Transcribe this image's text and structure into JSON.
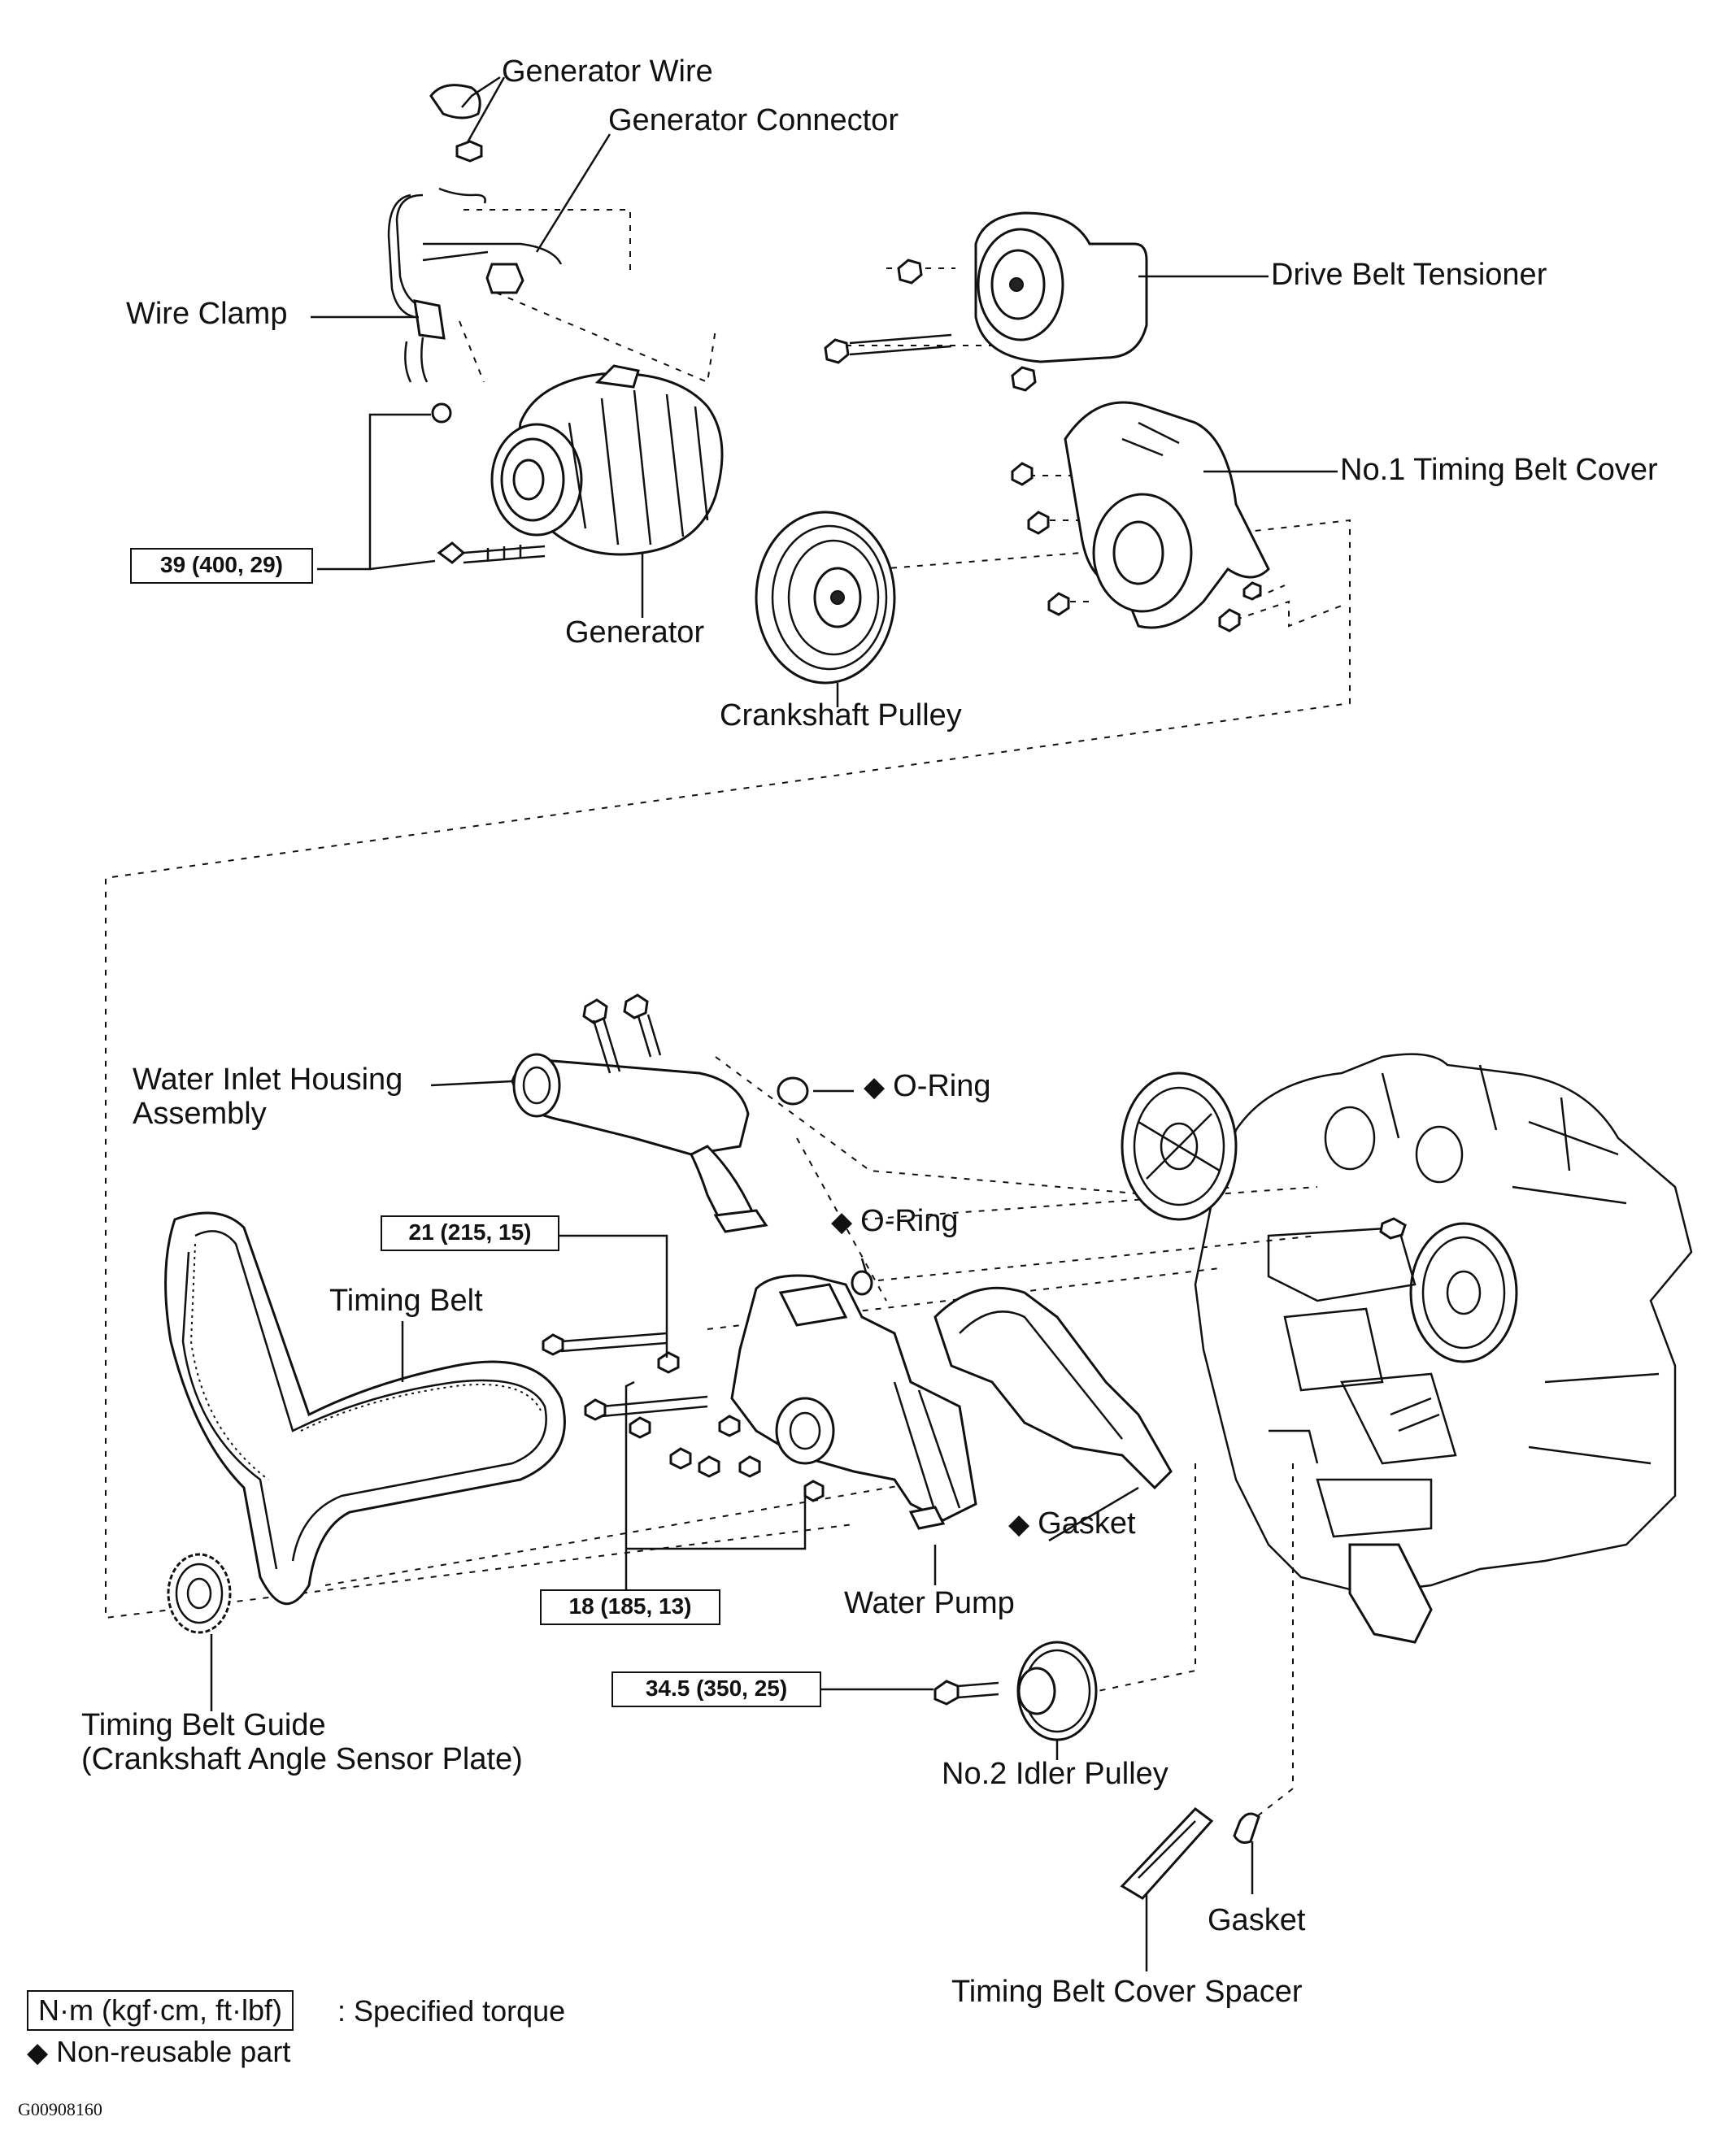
{
  "labels": {
    "generator_wire": "Generator Wire",
    "generator_connector": "Generator Connector",
    "wire_clamp": "Wire Clamp",
    "drive_belt_tensioner": "Drive Belt Tensioner",
    "no1_timing_belt_cover": "No.1 Timing Belt Cover",
    "generator": "Generator",
    "crankshaft_pulley": "Crankshaft Pulley",
    "water_inlet_housing_line1": "Water Inlet Housing",
    "water_inlet_housing_line2": "Assembly",
    "o_ring_1": "O-Ring",
    "o_ring_2": "O-Ring",
    "timing_belt": "Timing Belt",
    "gasket_1": "Gasket",
    "water_pump": "Water Pump",
    "timing_belt_guide_line1": "Timing Belt Guide",
    "timing_belt_guide_line2": "(Crankshaft Angle Sensor Plate)",
    "no2_idler_pulley": "No.2 Idler Pulley",
    "gasket_2": "Gasket",
    "timing_belt_cover_spacer": "Timing Belt Cover Spacer"
  },
  "torques": {
    "generator": "39 (400, 29)",
    "water_pump_upper": "21 (215, 15)",
    "water_pump_lower": "18 (185, 13)",
    "idler_pulley": "34.5 (350, 25)"
  },
  "legend": {
    "torque_unit": "N·m (kgf·cm, ft·lbf)",
    "torque_desc": ": Specified torque",
    "nonreusable_symbol": "◆",
    "nonreusable_desc": "Non-reusable part"
  },
  "figure_code": "G00908160"
}
